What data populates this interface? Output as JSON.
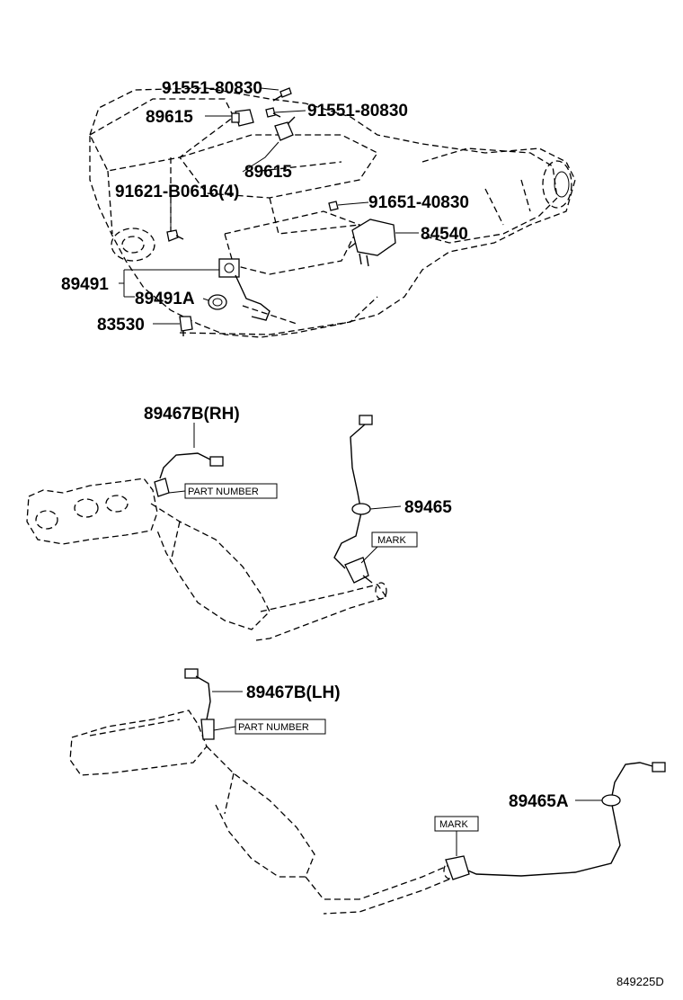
{
  "diagram": {
    "engine_section": {
      "labels": {
        "bolt_top": "91551-80830",
        "sensor_89615_upper": "89615",
        "bolt_right": "91551-80830",
        "sensor_89615_lower": "89615",
        "bolt_left": "91621-B0616(4)",
        "bolt_mid": "91651-40830",
        "sensor_84540": "84540",
        "sensor_89491": "89491",
        "sensor_89491A": "89491A",
        "switch_83530": "83530"
      }
    },
    "rh_exhaust_section": {
      "labels": {
        "sensor_89467B_rh": "89467B(RH)",
        "part_number_box": "PART NUMBER",
        "sensor_89465": "89465",
        "mark_box": "MARK"
      }
    },
    "lh_exhaust_section": {
      "labels": {
        "sensor_89467B_lh": "89467B(LH)",
        "part_number_box": "PART NUMBER",
        "sensor_89465A": "89465A",
        "mark_box": "MARK"
      }
    },
    "diagram_id": "849225D"
  }
}
